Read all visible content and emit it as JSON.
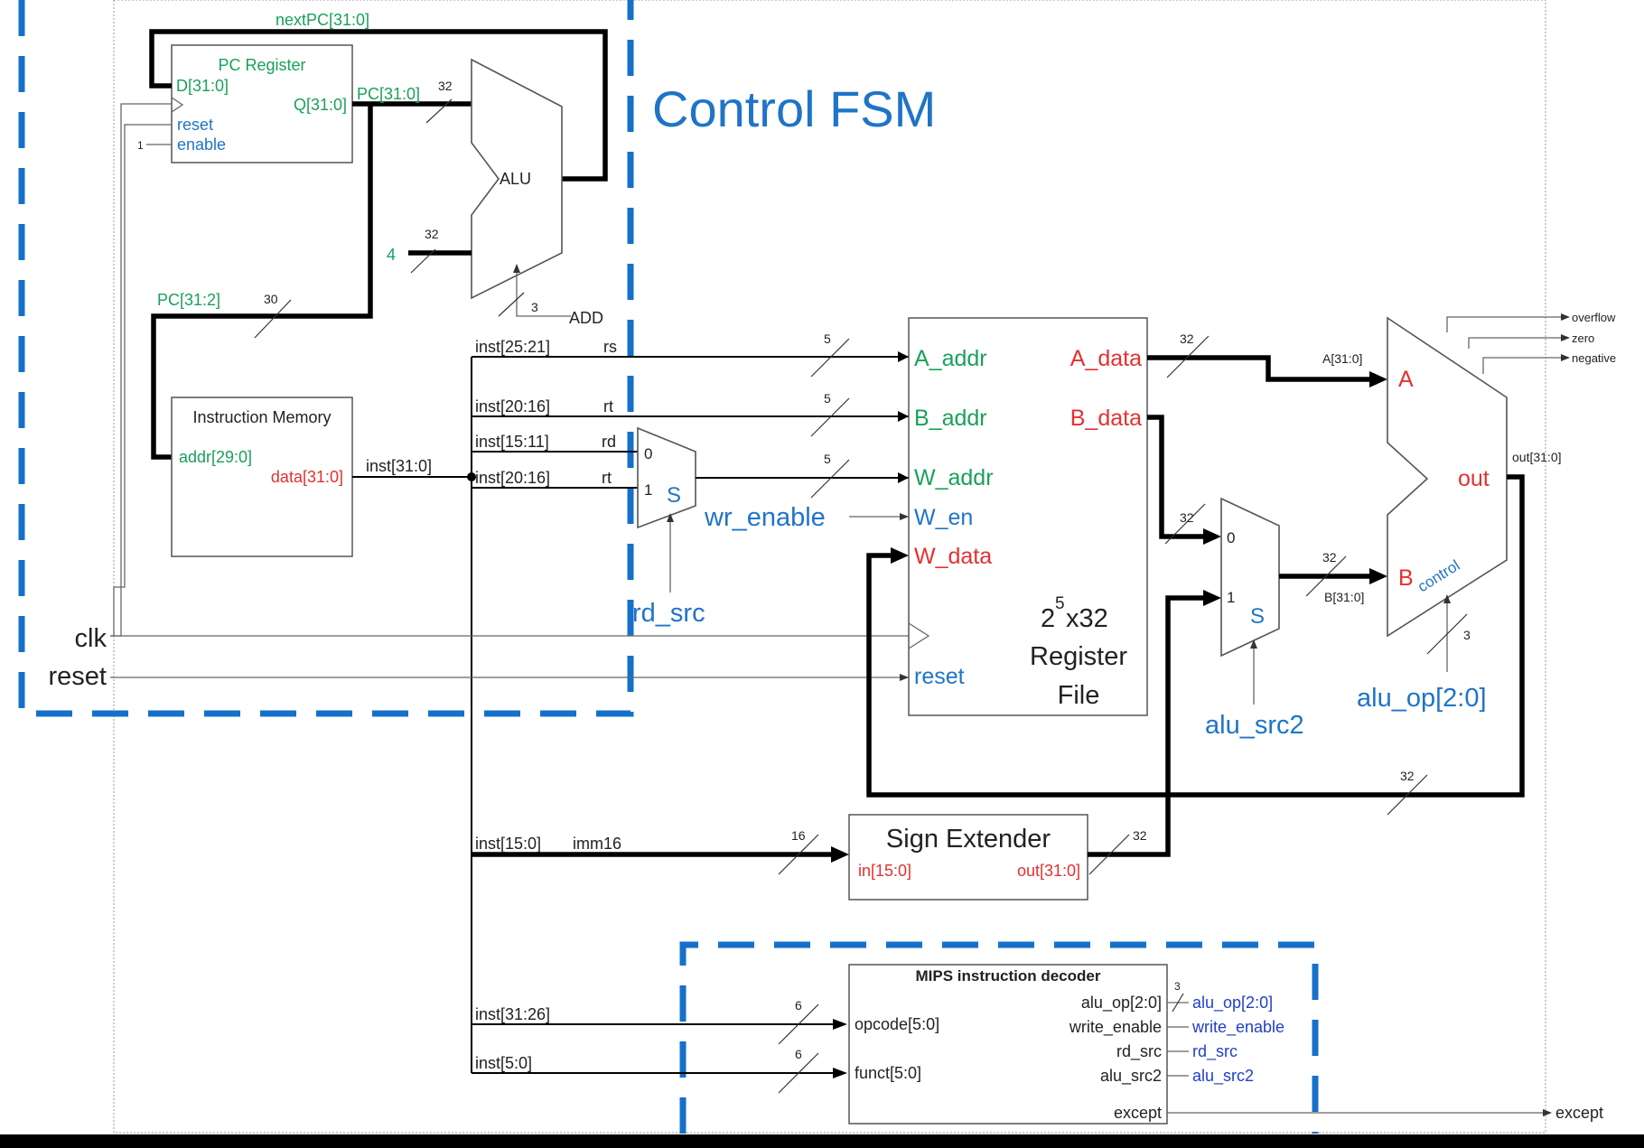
{
  "title": "Control FSM",
  "inputs": {
    "clk": "clk",
    "reset": "reset"
  },
  "pc_register": {
    "title": "PC Register",
    "d": "D[31:0]",
    "q": "Q[31:0]",
    "reset": "reset",
    "enable": "enable",
    "enable_const": "1"
  },
  "pc_alu": {
    "label": "ALU",
    "op_width": "3",
    "op": "ADD",
    "const": "4"
  },
  "instruction_memory": {
    "title": "Instruction Memory",
    "addr": "addr[29:0]",
    "data": "data[31:0]"
  },
  "register_file": {
    "a_addr": "A_addr",
    "b_addr": "B_addr",
    "w_addr": "W_addr",
    "w_en": "W_en",
    "w_data": "W_data",
    "a_data": "A_data",
    "b_data": "B_data",
    "reset": "reset",
    "size_base": "2",
    "size_exp": "5",
    "size_rest": "x32",
    "line2": "Register",
    "line3": "File"
  },
  "rd_mux": {
    "in0": "0",
    "in1": "1",
    "sel": "S",
    "select_signal": "rd_src"
  },
  "alu_src_mux": {
    "in0": "0",
    "in1": "1",
    "sel": "S",
    "select_signal": "alu_src2"
  },
  "main_alu": {
    "a": "A",
    "b": "B",
    "out": "out",
    "control": "control",
    "op_signal": "alu_op[2:0]",
    "op_width": "3",
    "outputs": [
      "overflow",
      "zero",
      "negative"
    ],
    "out_label": "out[31:0]"
  },
  "sign_extender": {
    "title": "Sign Extender",
    "in": "in[15:0]",
    "out": "out[31:0]"
  },
  "decoder": {
    "title": "MIPS instruction decoder",
    "inputs": [
      "opcode[5:0]",
      "funct[5:0]"
    ],
    "outputs": [
      "alu_op[2:0]",
      "write_enable",
      "rd_src",
      "alu_src2",
      "except"
    ],
    "signals": [
      "alu_op[2:0]",
      "write_enable",
      "rd_src",
      "alu_src2"
    ],
    "alu_op_width": "3"
  },
  "signals": {
    "next_pc": "nextPC[31:0]",
    "pc": "PC[31:0]",
    "pc_slice": "PC[31:2]",
    "inst": "inst[31:0]",
    "rs_field": "inst[25:21]",
    "rs": "rs",
    "rt_field": "inst[20:16]",
    "rt": "rt",
    "rd_field": "inst[15:11]",
    "rd": "rd",
    "rt_field2": "inst[20:16]",
    "rt2": "rt",
    "imm_field": "inst[15:0]",
    "imm": "imm16",
    "op_field": "inst[31:26]",
    "funct_field": "inst[5:0]",
    "wr_enable": "wr_enable",
    "a_bus": "A[31:0]",
    "b_bus": "B[31:0]",
    "except": "except"
  },
  "widths": {
    "pc": "32",
    "const4": "32",
    "pc_slice": "30",
    "rs": "5",
    "rt": "5",
    "waddr": "5",
    "a_data": "32",
    "b_data": "32",
    "mux_out": "32",
    "result": "32",
    "imm": "16",
    "sext": "32",
    "opcode": "6",
    "funct": "6"
  },
  "colors": {
    "green": "#1aa05a",
    "red": "#e53030",
    "blue": "#1f74c8",
    "dash": "#1670c9"
  }
}
